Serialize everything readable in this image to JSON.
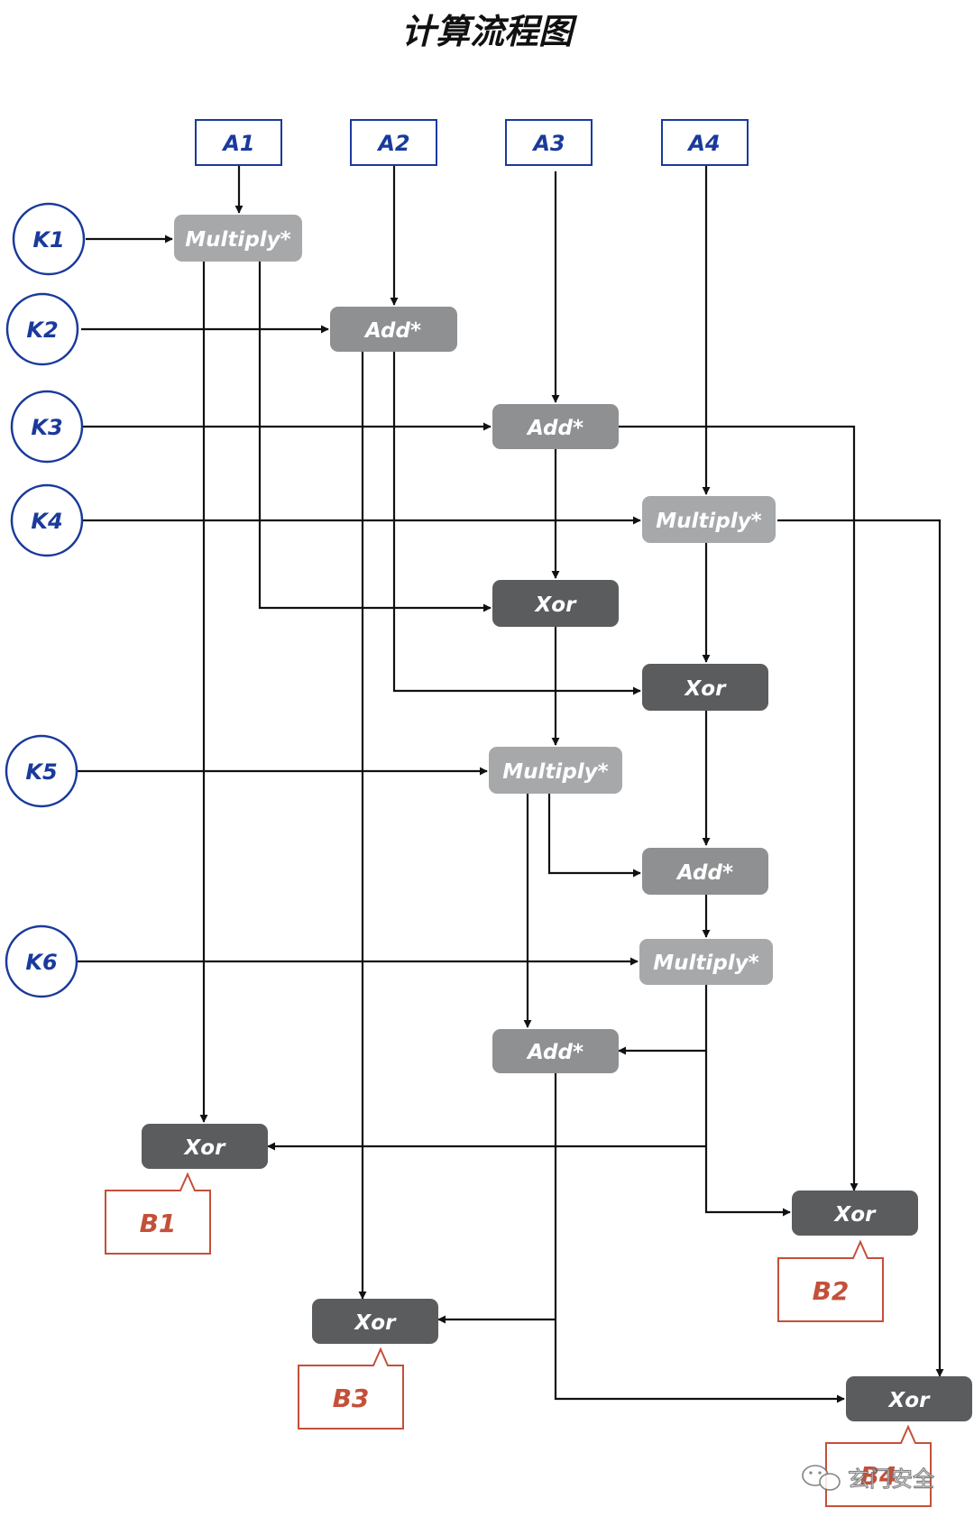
{
  "title": "计算流程图",
  "inputs": {
    "a1": "A1",
    "a2": "A2",
    "a3": "A3",
    "a4": "A4"
  },
  "keys": {
    "k1": "K1",
    "k2": "K2",
    "k3": "K3",
    "k4": "K4",
    "k5": "K5",
    "k6": "K6"
  },
  "ops": {
    "mul1": "Multiply*",
    "add2": "Add*",
    "add3": "Add*",
    "mul4": "Multiply*",
    "xor_a": "Xor",
    "xor_b": "Xor",
    "mul5": "Multiply*",
    "add6": "Add*",
    "mul7": "Multiply*",
    "add8": "Add*",
    "xor_b1": "Xor",
    "xor_b2": "Xor",
    "xor_b3": "Xor",
    "xor_b4": "Xor"
  },
  "outputs": {
    "b1": "B1",
    "b2": "B2",
    "b3": "B3",
    "b4": "B4"
  },
  "watermark": "玄门安全",
  "colors": {
    "input_blue": "#1a3a9c",
    "op_light": "#a6a8aa",
    "op_mid": "#8e9092",
    "op_dark": "#5a5c5e",
    "output_red": "#c4503a",
    "line": "#111111"
  }
}
